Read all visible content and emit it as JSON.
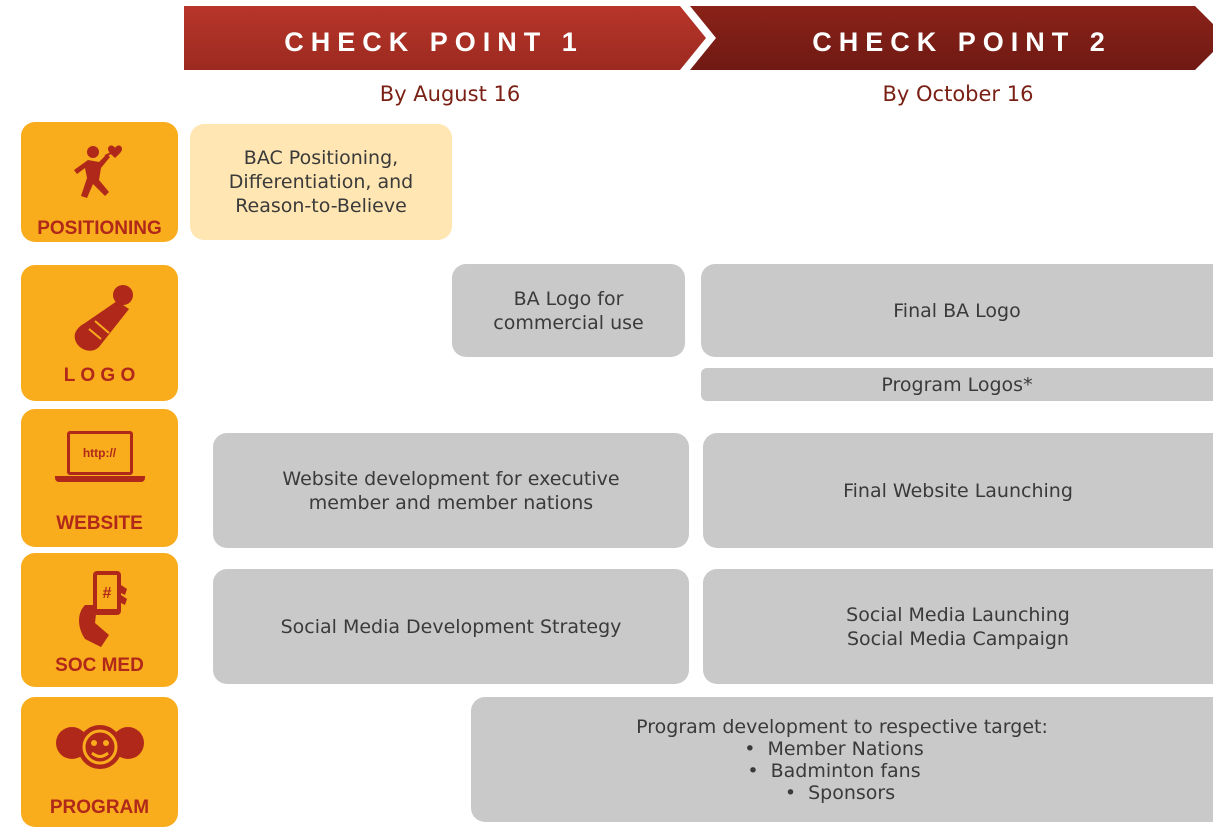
{
  "header": {
    "checkpoint1_label": "CHECK POINT 1",
    "checkpoint1_date": "By August 16",
    "checkpoint2_label": "CHECK POINT 2",
    "checkpoint2_date": "By October 16"
  },
  "colors": {
    "checkpoint1": "#a62b22",
    "checkpoint2": "#7a1d16",
    "tile": "#f9ac1c",
    "tile_text": "#b0281a",
    "box": "#c9c9c9",
    "box_light": "#ffe6b2"
  },
  "categories": [
    {
      "label": "POSITIONING",
      "icon": "running-person-heart-icon"
    },
    {
      "label": "L O G O",
      "icon": "shuttlecock-icon"
    },
    {
      "label": "WEBSITE",
      "icon": "laptop-http-icon",
      "icon_text": "http://"
    },
    {
      "label": "SOC MED",
      "icon": "hand-phone-hashtag-icon",
      "icon_text": "#"
    },
    {
      "label": "PROGRAM",
      "icon": "people-group-icon"
    }
  ],
  "boxes": {
    "positioning": [
      "BAC Positioning,",
      "Differentiation, and",
      "Reason-to-Believe"
    ],
    "logo_commercial": [
      "BA Logo for",
      "commercial use"
    ],
    "final_logo": "Final BA Logo",
    "program_logos": "Program Logos*",
    "website_dev": [
      "Website development for executive",
      "member and member nations"
    ],
    "website_launch": "Final Website Launching",
    "socmed_strategy": "Social Media Development Strategy",
    "socmed_launch": [
      "Social Media Launching",
      "Social Media Campaign"
    ],
    "program_dev": {
      "title": "Program development to respective target:",
      "items": [
        "Member Nations",
        "Badminton fans",
        "Sponsors"
      ]
    }
  }
}
